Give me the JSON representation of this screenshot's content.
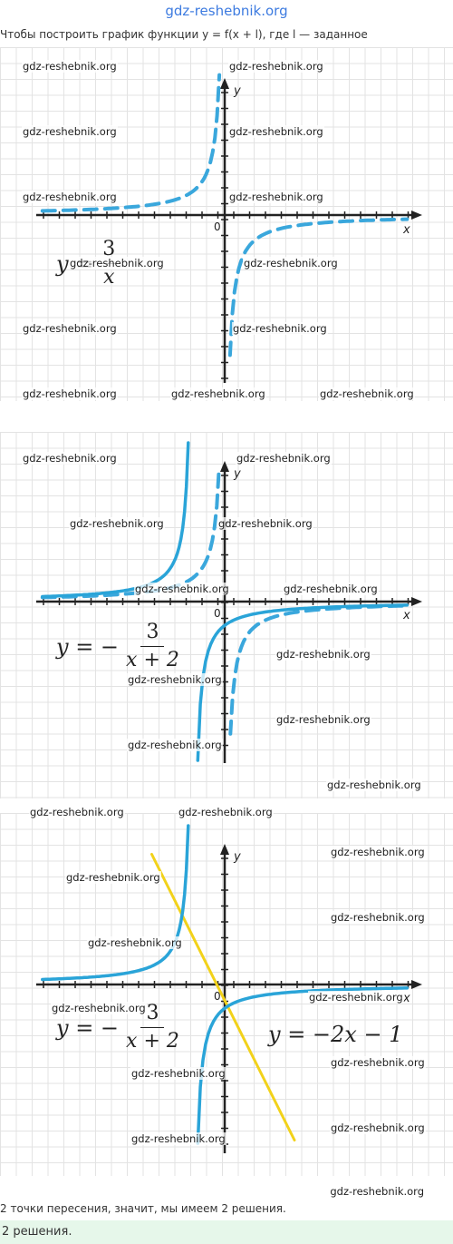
{
  "header": {
    "site": "gdz-reshebnik.org"
  },
  "intro": {
    "text": "Чтобы построить график функции y = f(x + l), где l — заданное"
  },
  "watermark": "gdz-reshebnik.org",
  "axes": {
    "x": "x",
    "y": "y",
    "origin": "0"
  },
  "graph1": {
    "formula_lhs": "y =",
    "formula_num": "3",
    "formula_den": "x",
    "dashed_color": "#3aa7dc"
  },
  "graph2": {
    "formula_lhs": "y = −",
    "formula_num": "3",
    "formula_den": "x + 2",
    "curve_color": "#2aa4d8"
  },
  "graph3": {
    "formula_lhs": "y = −",
    "formula_num": "3",
    "formula_den": "x + 2",
    "line_formula": "y = −2x − 1",
    "line_color": "#f2d21a"
  },
  "answer": {
    "line": "2 точки пересения, значит, мы имеем 2 решения.",
    "box": "2 решения."
  }
}
